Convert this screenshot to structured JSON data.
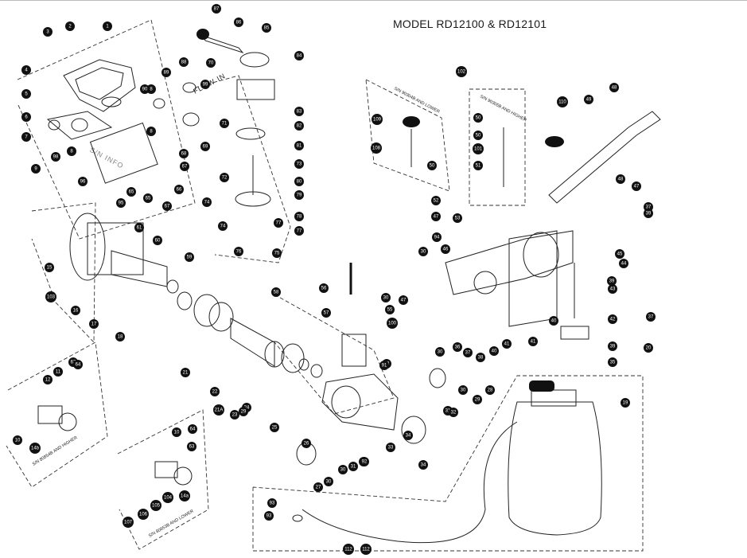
{
  "title": "MODEL RD12100 & RD12101",
  "annotations": {
    "flow_in": "FLOW IN",
    "sn_info": "S/N INFO",
    "sn_higher_a": "S/N 80854B AND HIGHER",
    "sn_lower_a": "S/N 80853B AND LOWER",
    "sn_lower_b": "S/N 90304B AND LOWER",
    "sn_higher_b": "S/N 90305B AND HIGHER",
    "sn_higher_c": "S/N 90305B AND HIGHER",
    "sn_lower_c": "S/N 90304B AND LOWER"
  },
  "callouts": [
    "1",
    "2",
    "3",
    "4",
    "5",
    "6",
    "7",
    "8",
    "8",
    "8",
    "9",
    "10",
    "10",
    "11",
    "12",
    "14a",
    "14b",
    "15",
    "16",
    "17",
    "18",
    "19",
    "20",
    "21",
    "21A",
    "22",
    "23",
    "24",
    "25",
    "26",
    "27",
    "28",
    "29",
    "29",
    "30",
    "30",
    "30",
    "30",
    "30",
    "30",
    "31",
    "31",
    "32",
    "32",
    "33",
    "33",
    "34",
    "34",
    "35",
    "36",
    "37",
    "37",
    "37",
    "38",
    "39",
    "39",
    "39",
    "40",
    "40",
    "41",
    "41",
    "42",
    "43",
    "44",
    "45",
    "46",
    "47",
    "47",
    "47",
    "48",
    "48",
    "49",
    "50",
    "50",
    "50",
    "51",
    "52",
    "53",
    "55",
    "56",
    "57",
    "58",
    "59",
    "60",
    "61",
    "62",
    "63",
    "64",
    "64",
    "65",
    "65",
    "66",
    "67",
    "67",
    "68",
    "69",
    "70",
    "71",
    "72",
    "73",
    "74",
    "74",
    "75",
    "76",
    "77",
    "77",
    "78",
    "79",
    "80",
    "81",
    "82",
    "83",
    "84",
    "85",
    "86",
    "87",
    "88",
    "89",
    "90",
    "91",
    "92",
    "93",
    "93",
    "94",
    "95",
    "96",
    "98",
    "99",
    "100",
    "101",
    "102",
    "103",
    "104",
    "105",
    "106",
    "107",
    "108",
    "109",
    "110",
    "112",
    "112"
  ],
  "style": {
    "ink": "#1a1a1a",
    "paper": "#ffffff"
  }
}
